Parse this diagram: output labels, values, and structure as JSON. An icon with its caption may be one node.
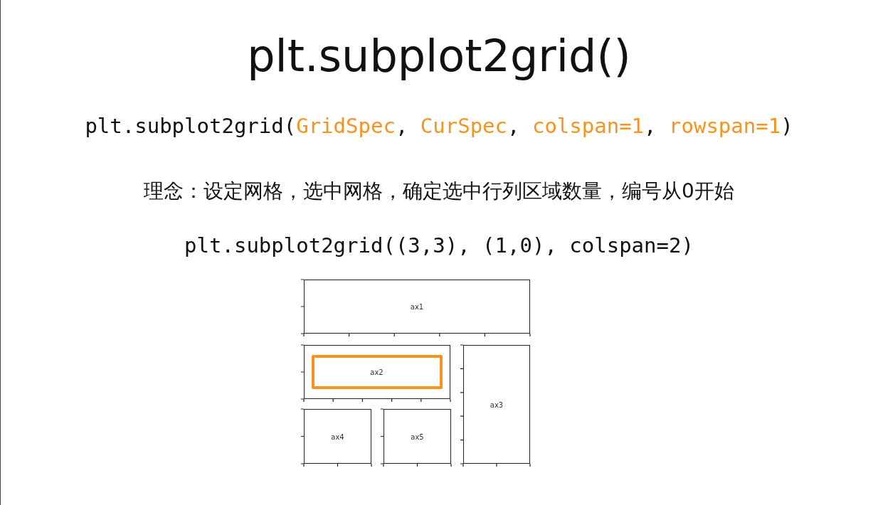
{
  "diagram": {
    "title": "plt.subplot2grid()",
    "nodes": [
      {
        "text": [
          "ax1"
        ]
      },
      {
        "text": [],
        "shape": "box"
      },
      {
        "text": [
          "ax2"
        ],
        "in": 1
      },
      {
        "text": [
          "ax3"
        ]
      },
      {
        "text": [
          "ax4"
        ]
      },
      {
        "text": [
          "ax5"
        ]
      }
    ],
    "edges": [],
    "labels": [
      "plt.subplot2grid(GridSpec, CurSpec, colspan=1, rowspan=1)",
      "理念：设定网格，选中网格，确定选中行列区域数量，编号从0开始",
      "plt.subplot2grid((3,3), (1,0), colspan=2)"
    ]
  }
}
